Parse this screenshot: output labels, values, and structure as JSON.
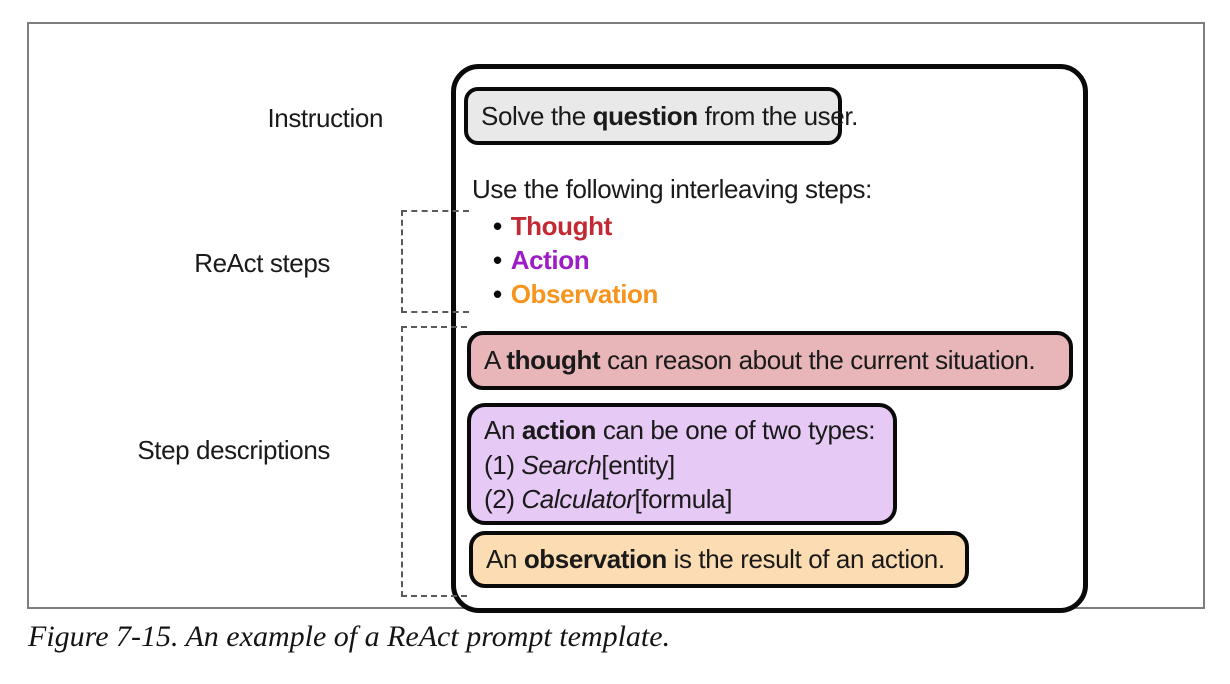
{
  "figure": {
    "caption": "Figure 7-15. An example of a ReAct prompt template."
  },
  "labels": {
    "instruction": "Instruction",
    "react_steps": "ReAct steps",
    "step_descriptions": "Step descriptions"
  },
  "template": {
    "instruction_box": {
      "pre": "Solve the ",
      "bold": "question",
      "post": " from the user.",
      "fill": "#e9e9e9"
    },
    "steps_intro": "Use the following interleaving steps:",
    "bullet": "•",
    "steps": [
      {
        "label": "Thought",
        "color": "#c22a33"
      },
      {
        "label": "Action",
        "color": "#9d1cc6"
      },
      {
        "label": "Observation",
        "color": "#f7941e"
      }
    ],
    "thought_box": {
      "pre": "A ",
      "bold": "thought",
      "post": " can reason about the current situation.",
      "fill": "#e8b6b9"
    },
    "action_box": {
      "line1": {
        "pre": "An ",
        "bold": "action",
        "post": " can be one of two types:"
      },
      "line2": {
        "pre": "(1) ",
        "italic": "Search",
        "post": "[entity]"
      },
      "line3": {
        "pre": "(2) ",
        "italic": "Calculator",
        "post": "[formula]"
      },
      "fill": "#e6c9f4"
    },
    "observation_box": {
      "pre": "An ",
      "bold": "observation",
      "post": " is the result of an action.",
      "fill": "#fcdcb2"
    }
  }
}
